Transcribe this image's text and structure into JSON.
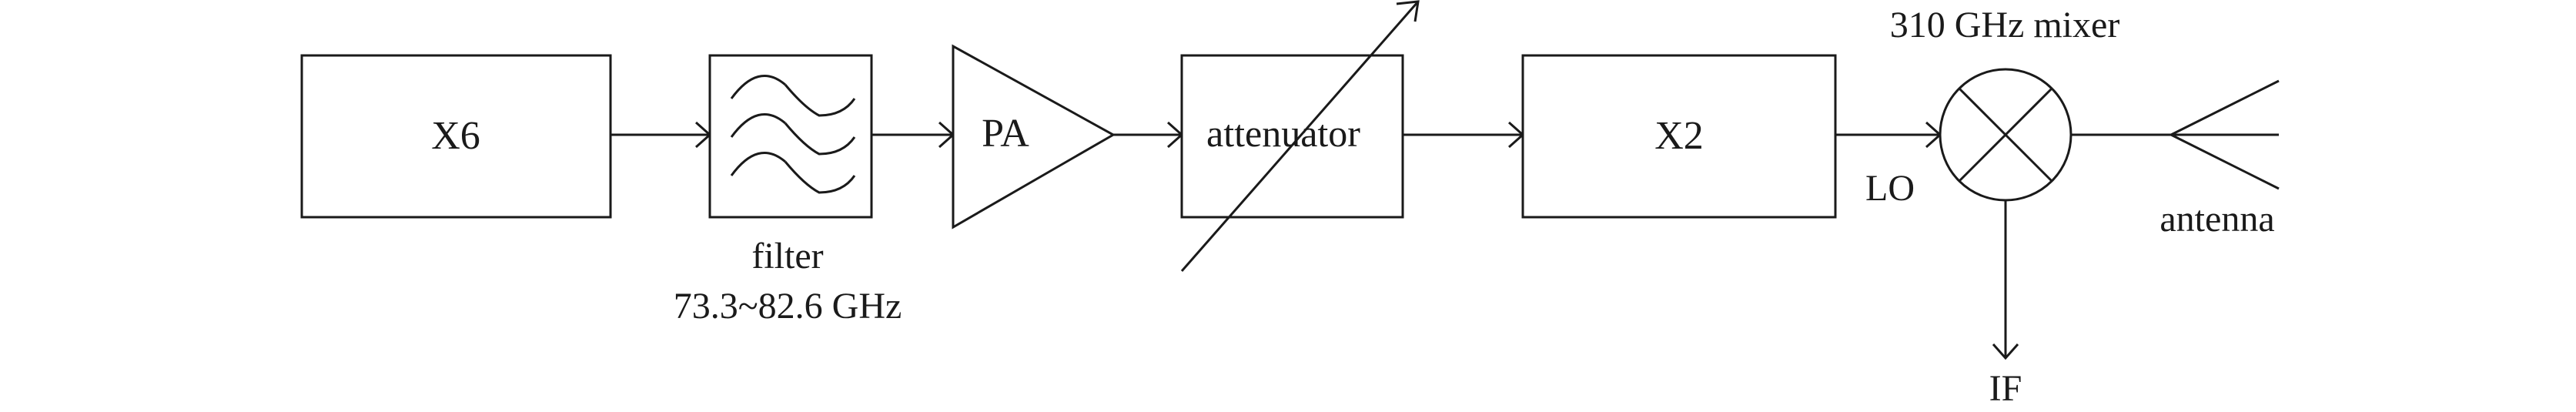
{
  "blocks": {
    "multiplier_1": "X6",
    "filter_label": "filter",
    "filter_band": "73.3~82.6 GHz",
    "amplifier": "PA",
    "attenuator": "attenuator",
    "multiplier_2": "X2",
    "lo_label": "LO",
    "mixer_label": "310 GHz mixer",
    "if_label": "IF",
    "antenna_label": "antenna"
  },
  "colors": {
    "stroke": "#1a1a1a",
    "background": "#ffffff"
  }
}
